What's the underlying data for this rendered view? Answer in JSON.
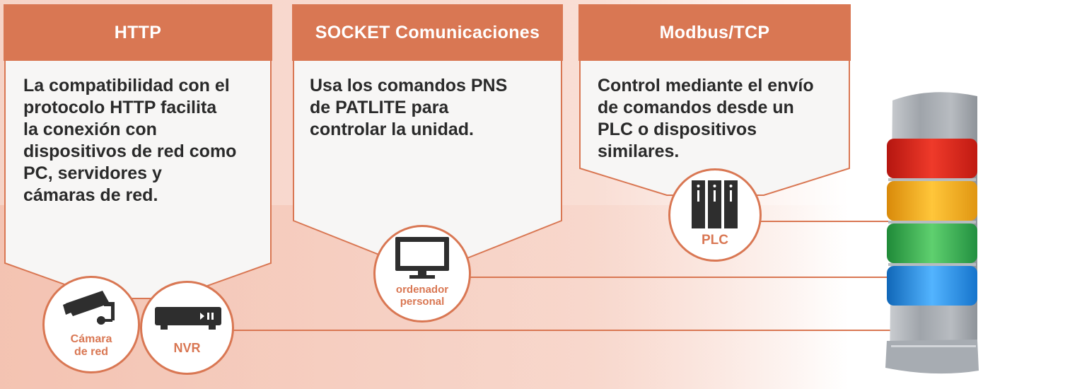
{
  "panels": [
    {
      "title": "HTTP",
      "lines": [
        "La compatibilidad con el",
        "protocolo HTTP facilita",
        "la conexión con",
        "dispositivos de red como",
        "PC, servidores y",
        "cámaras de red."
      ]
    },
    {
      "title": "SOCKET Comunicaciones",
      "lines": [
        "Usa los comandos PNS",
        "de PATLITE para",
        "controlar la unidad."
      ]
    },
    {
      "title": "Modbus/TCP",
      "lines": [
        "Control mediante el envío",
        "de comandos desde un",
        "PLC o dispositivos",
        "similares."
      ]
    }
  ],
  "devices": {
    "camera": {
      "label_line1": "Cámara",
      "label_line2": "de red",
      "icon": "security-camera-icon"
    },
    "nvr": {
      "label": "NVR",
      "icon": "nvr-recorder-icon"
    },
    "pc": {
      "label_line1": "ordenador",
      "label_line2": "personal",
      "icon": "monitor-icon"
    },
    "plc": {
      "label": "PLC",
      "icon": "plc-rack-icon"
    }
  },
  "signal_tower": {
    "icon": "signal-tower-icon",
    "tiers": [
      "#e0261e",
      "#f0a418",
      "#2fa84a",
      "#1f8fe0"
    ]
  },
  "colors": {
    "accent": "#d97753",
    "text": "#2a2a2a"
  }
}
